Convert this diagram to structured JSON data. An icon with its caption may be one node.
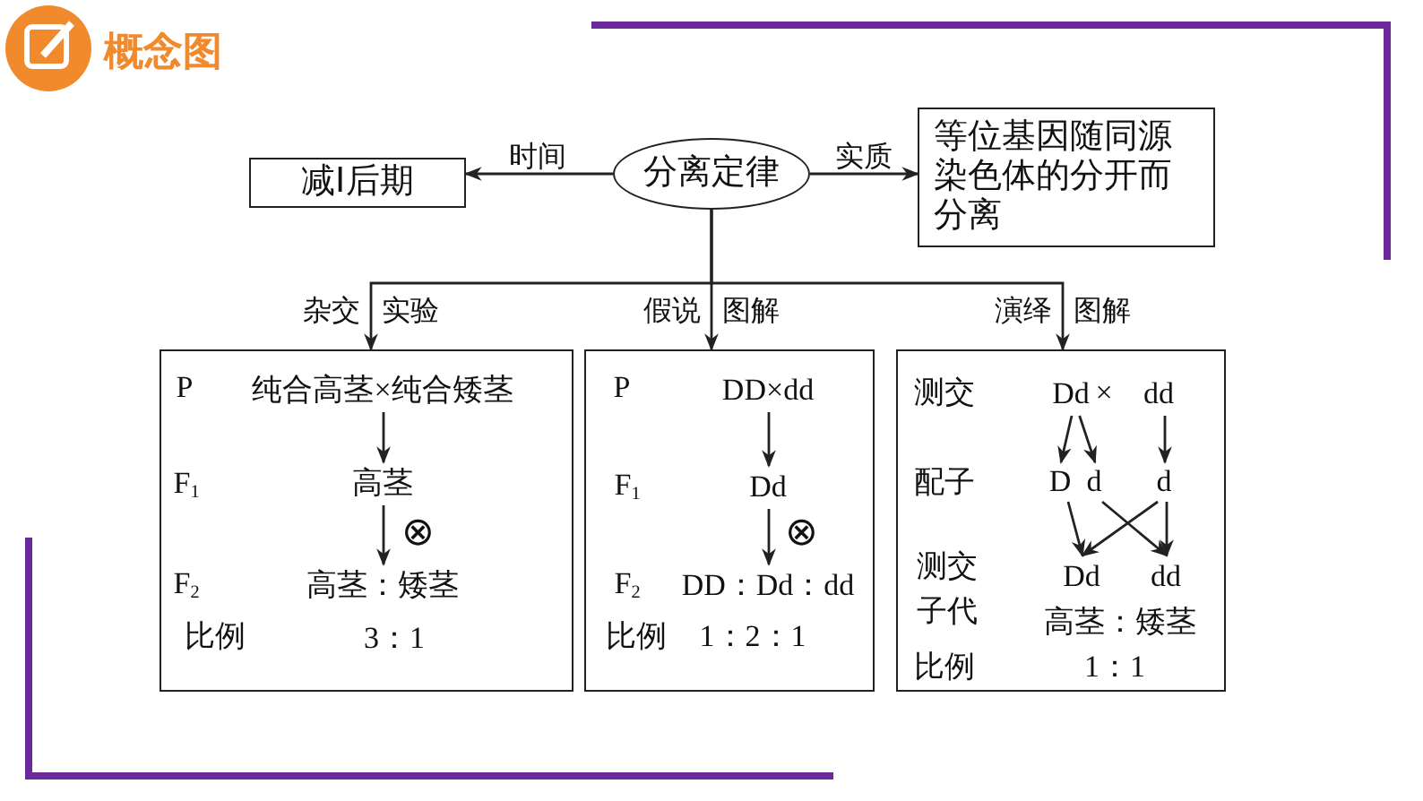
{
  "diagram": {
    "title": "概念图",
    "nodes": [
      {
        "text": [
          "分离定律"
        ]
      },
      {
        "text": [
          "减Ⅰ后期"
        ]
      },
      {
        "text": [
          "等位基因随同源染色体的分开而分离"
        ]
      },
      {
        "text": [],
        "shape": "box"
      },
      {
        "text": [],
        "shape": "box"
      },
      {
        "text": [],
        "shape": "box"
      },
      {
        "text": [
          "纯合高茎×纯合矮茎"
        ],
        "in": 3
      },
      {
        "text": [
          "高茎"
        ],
        "in": 3
      },
      {
        "text": [
          "高茎：矮茎"
        ],
        "in": 3
      },
      {
        "text": [
          "DD×dd"
        ],
        "in": 4
      },
      {
        "text": [
          "Dd"
        ],
        "in": 4
      },
      {
        "text": [
          "DD：Dd：dd"
        ],
        "in": 4
      },
      {
        "text": [
          "Dd"
        ],
        "in": 5
      },
      {
        "text": [
          "dd"
        ],
        "in": 5
      },
      {
        "text": [
          "D"
        ],
        "in": 5
      },
      {
        "text": [
          "d"
        ],
        "in": 5
      },
      {
        "text": [
          "d"
        ],
        "in": 5
      },
      {
        "text": [
          "Dd"
        ],
        "in": 5
      },
      {
        "text": [
          "dd"
        ],
        "in": 5
      }
    ],
    "edges": [
      {
        "from": 0,
        "to": 1,
        "arrow": "to",
        "label": "时间"
      },
      {
        "from": 0,
        "to": 2,
        "arrow": "to",
        "label": "实质"
      },
      {
        "from": 0,
        "to": 3,
        "arrow": "to",
        "label": "杂交 实验"
      },
      {
        "from": 0,
        "to": 4,
        "arrow": "to",
        "label": "假说 图解"
      },
      {
        "from": 0,
        "to": 5,
        "arrow": "to",
        "label": "演绎 图解"
      },
      {
        "from": 6,
        "to": 7,
        "arrow": "to"
      },
      {
        "from": 7,
        "to": 8,
        "arrow": "to"
      },
      {
        "from": 9,
        "to": 10,
        "arrow": "to"
      },
      {
        "from": 10,
        "to": 11,
        "arrow": "to"
      },
      {
        "from": 12,
        "to": 14,
        "arrow": "to"
      },
      {
        "from": 12,
        "to": 15,
        "arrow": "to"
      },
      {
        "from": 13,
        "to": 16,
        "arrow": "to"
      },
      {
        "from": 14,
        "to": 17,
        "arrow": "to"
      },
      {
        "from": 15,
        "to": 18,
        "arrow": "to"
      },
      {
        "from": 16,
        "to": 17,
        "arrow": "to"
      },
      {
        "from": 16,
        "to": 18,
        "arrow": "to"
      }
    ],
    "labels": [
      "P",
      "F$_{1}$",
      "⊗",
      "F$_{2}$",
      "比例",
      "3：1",
      "P",
      "F$_{1}$",
      "⊗",
      "F$_{2}$",
      "比例",
      "1：2：1",
      "测交",
      "×",
      "配子",
      "测交子代",
      "高茎：矮茎",
      "比例",
      "1：1"
    ]
  }
}
